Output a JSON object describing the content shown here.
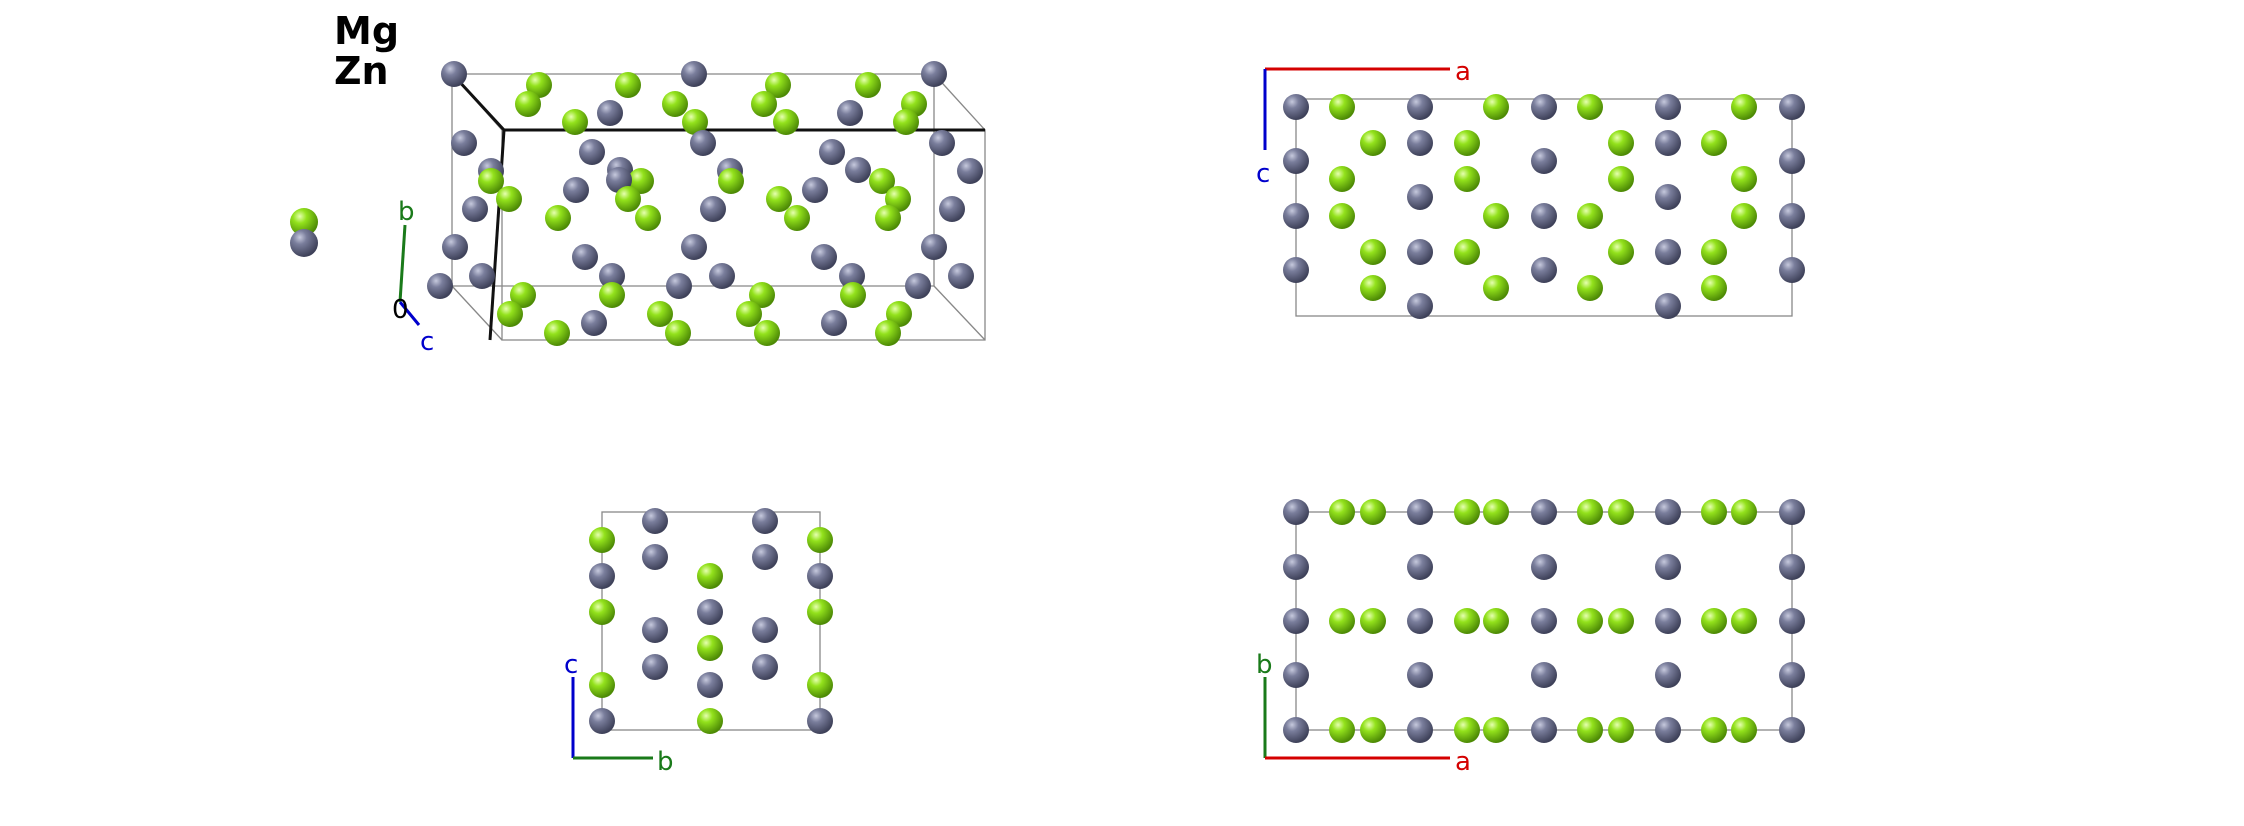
{
  "legend": {
    "elements": [
      {
        "symbol": "Mg",
        "color": "#7fd016"
      },
      {
        "symbol": "Zn",
        "color": "#6b6f8c"
      }
    ]
  },
  "views": {
    "perspective": {
      "axes": [
        "b",
        "c"
      ],
      "origin_label": "0"
    },
    "top_right": {
      "axes": [
        "a",
        "c"
      ]
    },
    "bottom_left": {
      "axes": [
        "c",
        "b"
      ]
    },
    "bottom_right": {
      "axes": [
        "b",
        "a"
      ]
    }
  },
  "colors": {
    "axis_a": "#d40000",
    "axis_b": "#1a7a1a",
    "axis_c": "#0000cc",
    "cell_edge": "#888888",
    "mg_atom": "#7fd016",
    "zn_atom": "#6b6f8c"
  }
}
